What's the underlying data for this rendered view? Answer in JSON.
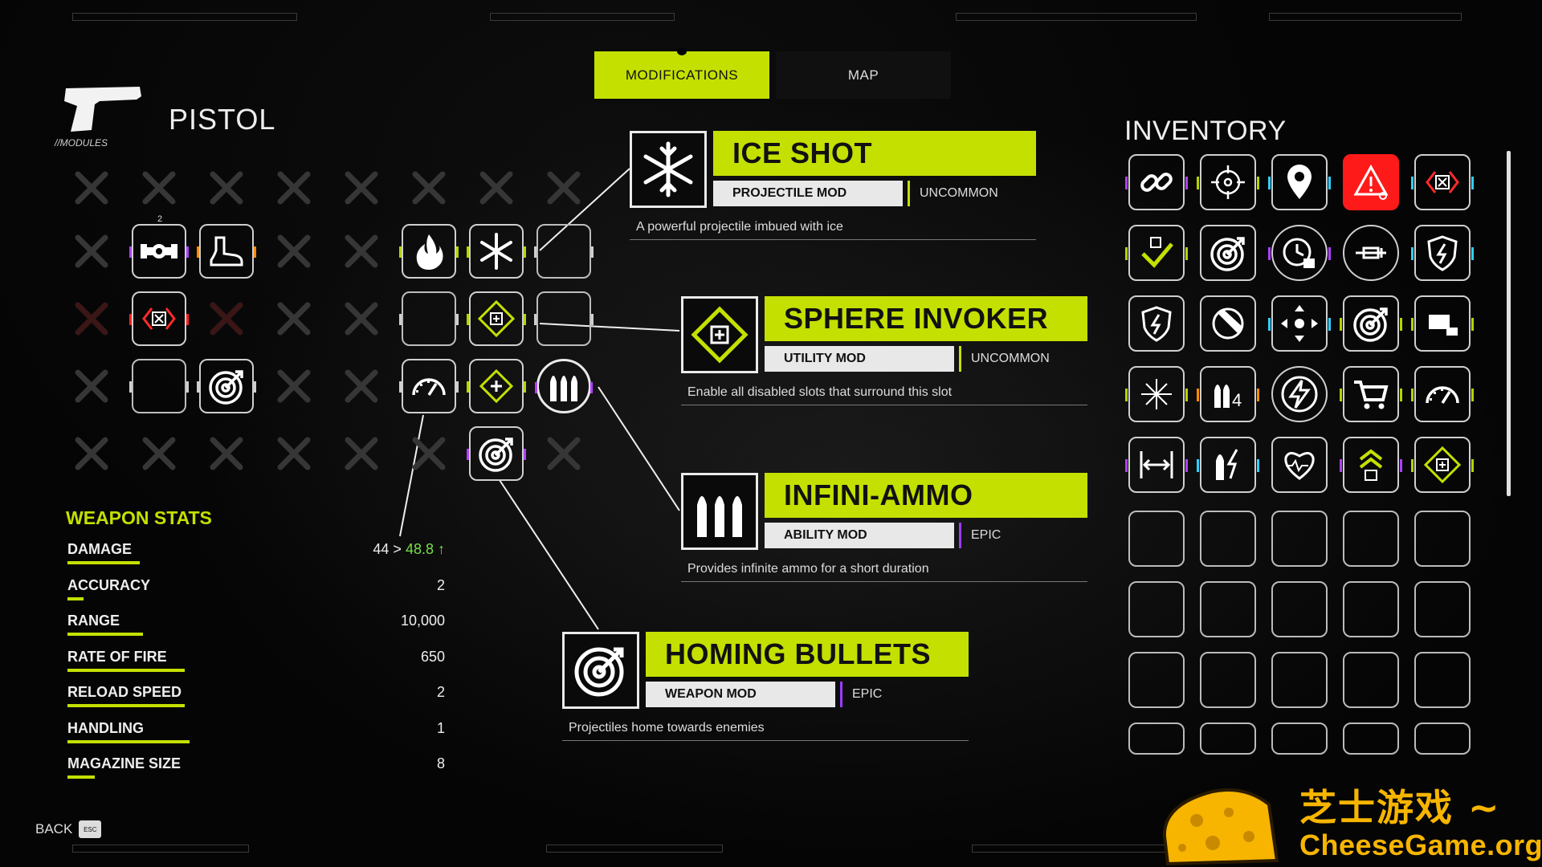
{
  "colors": {
    "accent": "#c4e000",
    "selected": "#ff1a1a",
    "epic": "#9c3cff",
    "purple_slot": "#b040ff",
    "orange_slot": "#ff8c00",
    "watermark": "#f7b500"
  },
  "tabs": [
    {
      "label": "MODIFICATIONS",
      "active": true
    },
    {
      "label": "MAP",
      "active": false
    }
  ],
  "weapon": {
    "name": "PISTOL",
    "modules_label": "//MODULES",
    "icon": "pistol-icon"
  },
  "grid_rows": [
    [
      {
        "type": "locked",
        "icon": "x-icon"
      },
      {
        "type": "locked",
        "icon": "x-icon"
      },
      {
        "type": "locked",
        "icon": "x-icon"
      },
      {
        "type": "locked",
        "icon": "x-icon"
      },
      {
        "type": "locked",
        "icon": "x-icon"
      },
      {
        "type": "locked",
        "icon": "x-icon"
      },
      {
        "type": "locked",
        "icon": "x-icon"
      },
      {
        "type": "locked",
        "icon": "x-icon"
      }
    ],
    [
      {
        "type": "locked",
        "icon": "x-icon"
      },
      {
        "type": "mod",
        "icon": "drone-icon",
        "accent": "purple",
        "badge": "2"
      },
      {
        "type": "mod",
        "icon": "boot-icon",
        "accent": "orange"
      },
      {
        "type": "locked",
        "icon": "x-icon"
      },
      {
        "type": "locked",
        "icon": "x-icon"
      },
      {
        "type": "mod",
        "icon": "fire-icon",
        "accent": "green",
        "shape": "hex"
      },
      {
        "type": "mod",
        "icon": "snowflake-icon",
        "accent": "green",
        "shape": "hex"
      },
      {
        "type": "empty"
      }
    ],
    [
      {
        "type": "locked-red",
        "icon": "x-icon"
      },
      {
        "type": "mod",
        "icon": "crossed-diamond-icon",
        "accent": "red"
      },
      {
        "type": "locked-red",
        "icon": "x-icon"
      },
      {
        "type": "locked",
        "icon": "x-icon"
      },
      {
        "type": "locked",
        "icon": "x-icon"
      },
      {
        "type": "empty"
      },
      {
        "type": "mod",
        "icon": "sphere-invoker-icon",
        "accent": "green"
      },
      {
        "type": "empty"
      }
    ],
    [
      {
        "type": "locked",
        "icon": "x-icon"
      },
      {
        "type": "empty"
      },
      {
        "type": "mod",
        "icon": "target-icon"
      },
      {
        "type": "locked",
        "icon": "x-icon"
      },
      {
        "type": "locked",
        "icon": "x-icon"
      },
      {
        "type": "mod",
        "icon": "gauge-icon"
      },
      {
        "type": "mod",
        "icon": "diamond-plus-icon",
        "accent": "green"
      },
      {
        "type": "mod",
        "icon": "bullets-icon",
        "accent": "purple",
        "shape": "circle"
      }
    ],
    [
      {
        "type": "locked",
        "icon": "x-icon"
      },
      {
        "type": "locked",
        "icon": "x-icon"
      },
      {
        "type": "locked",
        "icon": "x-icon"
      },
      {
        "type": "locked",
        "icon": "x-icon"
      },
      {
        "type": "locked",
        "icon": "x-icon"
      },
      {
        "type": "locked",
        "icon": "x-icon"
      },
      {
        "type": "mod",
        "icon": "target-icon",
        "accent": "purple"
      },
      {
        "type": "locked",
        "icon": "x-icon"
      }
    ]
  ],
  "mods": [
    {
      "title": "ICE SHOT",
      "type": "PROJECTILE MOD",
      "rarity": "UNCOMMON",
      "desc": "A powerful projectile imbued with ice",
      "icon": "snowflake-icon"
    },
    {
      "title": "SPHERE INVOKER",
      "type": "UTILITY MOD",
      "rarity": "UNCOMMON",
      "desc": "Enable all disabled slots that surround this slot",
      "icon": "sphere-invoker-icon"
    },
    {
      "title": "INFINI-AMMO",
      "type": "ABILITY MOD",
      "rarity": "EPIC",
      "desc": "Provides infinite ammo for a short duration",
      "icon": "bullets-icon"
    },
    {
      "title": "HOMING BULLETS",
      "type": "WEAPON MOD",
      "rarity": "EPIC",
      "desc": "Projectiles home towards enemies",
      "icon": "target-icon"
    }
  ],
  "stats": {
    "title": "WEAPON STATS",
    "rows": [
      {
        "label": "DAMAGE",
        "value": "44 > ",
        "upgraded": "48.8",
        "arrow": "↑",
        "fill": 0.45
      },
      {
        "label": "ACCURACY",
        "value": "2",
        "fill": 0.1
      },
      {
        "label": "RANGE",
        "value": "10,000",
        "fill": 0.47
      },
      {
        "label": "RATE OF FIRE",
        "value": "650",
        "fill": 0.73
      },
      {
        "label": "RELOAD SPEED",
        "value": "2",
        "fill": 0.73
      },
      {
        "label": "HANDLING",
        "value": "1",
        "fill": 0.76
      },
      {
        "label": "MAGAZINE SIZE",
        "value": "8",
        "fill": 0.17
      }
    ]
  },
  "back": {
    "label": "BACK",
    "key": "ESC"
  },
  "inventory": {
    "title": "INVENTORY",
    "items": [
      {
        "icon": "link-icon",
        "accent": "purple"
      },
      {
        "icon": "crosshair-icon",
        "accent": "green"
      },
      {
        "icon": "map-pin-icon",
        "accent": "cyan"
      },
      {
        "icon": "warning-icon",
        "selected": true
      },
      {
        "icon": "crossed-diamond-icon",
        "accent": "cyan"
      },
      {
        "icon": "checkmark-icon",
        "accent": "green"
      },
      {
        "icon": "target-icon"
      },
      {
        "icon": "timer-lock-icon",
        "accent": "purple",
        "shape": "circle"
      },
      {
        "icon": "syringe-icon",
        "shape": "circle"
      },
      {
        "icon": "shield-bolt-icon",
        "accent": "cyan"
      },
      {
        "icon": "shield-bolt-icon"
      },
      {
        "icon": "no-sight-icon"
      },
      {
        "icon": "move-arrows-icon",
        "accent": "cyan"
      },
      {
        "icon": "target-icon",
        "accent": "green"
      },
      {
        "icon": "fuel-icon",
        "accent": "green",
        "shape": "hex"
      },
      {
        "icon": "spark-icon",
        "accent": "green",
        "shape": "hex"
      },
      {
        "icon": "bullets-4-icon",
        "accent": "orange"
      },
      {
        "icon": "bolt-icon",
        "shape": "circle"
      },
      {
        "icon": "cart-icon",
        "accent": "green"
      },
      {
        "icon": "gauge-icon",
        "accent": "green"
      },
      {
        "icon": "expand-icon",
        "accent": "purple"
      },
      {
        "icon": "bullet-bolt-icon",
        "accent": "cyan"
      },
      {
        "icon": "heart-plus-icon"
      },
      {
        "icon": "chevrons-up-icon",
        "accent": "purple"
      },
      {
        "icon": "sphere-invoker-icon",
        "accent": "green"
      }
    ],
    "empty_rows": 4
  },
  "watermark": {
    "cn": "芝士游戏 ~",
    "en": "CheeseGame.org"
  }
}
